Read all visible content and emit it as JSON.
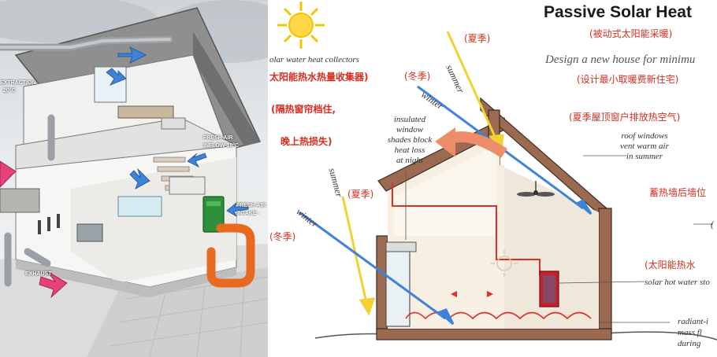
{
  "left_panel": {
    "labels": {
      "extraction": "EXTRACTION",
      "extraction_temp": "20°C",
      "fresh_air_inflow": "FRESH AIR",
      "fresh_air_inflow2": "INFLOW 18°C",
      "fresh_air_intake": "FRESH AIR",
      "fresh_air_intake2": "INTAKE -",
      "exhaust": "EXHAUST"
    }
  },
  "right_panel": {
    "title": "Passive Solar Heat",
    "title_zh": "(被动式太阳能采暖)",
    "subtitle": "Design a new house for minimu",
    "subtitle_zh": "(设计最小取暖费新住宅)",
    "labels": {
      "solar_collectors_en": "olar water heat collectors",
      "solar_collectors_zh": "太阳能热水热量收集器)",
      "winter_zh_1": "(冬季)",
      "summer_zh_1": "(夏季)",
      "summer_en_1": "summer",
      "winter_en_1": "winter",
      "shades_zh_1": "(隔热窗帘档住,",
      "shades_zh_2": "晚上热损失)",
      "shades_en": [
        "insulated",
        "window",
        "shades block",
        "heat loss",
        "at night"
      ],
      "summer_en_2": "summer",
      "summer_zh_2": "(夏季)",
      "winter_en_2": "winter",
      "winter_zh_2": "(冬季)",
      "roof_zh": "(夏季屋顶窗户排放热空气)",
      "roof_en": [
        "roof windows",
        "vent warm air",
        "in summer"
      ],
      "wall_zh": "蓄热墙后墙位",
      "wall_b": "(",
      "storage_zh": "(太阳能热水",
      "storage_en": "solar hot water sto",
      "radiant_en": [
        "radiant-i",
        "mass fl",
        "during"
      ]
    }
  },
  "colors": {
    "label_red": "#d62d1f",
    "sun": "#f5c400",
    "arrow_blue": "#3d83d8",
    "arrow_yellow": "#f2d233",
    "pipe_red": "#d9302a",
    "warm_arrow": "#ee8d6a",
    "flow_arrow": "#e6417a",
    "intake_pipe": "#e76a1f",
    "unit_green": "#2f8f3a"
  }
}
